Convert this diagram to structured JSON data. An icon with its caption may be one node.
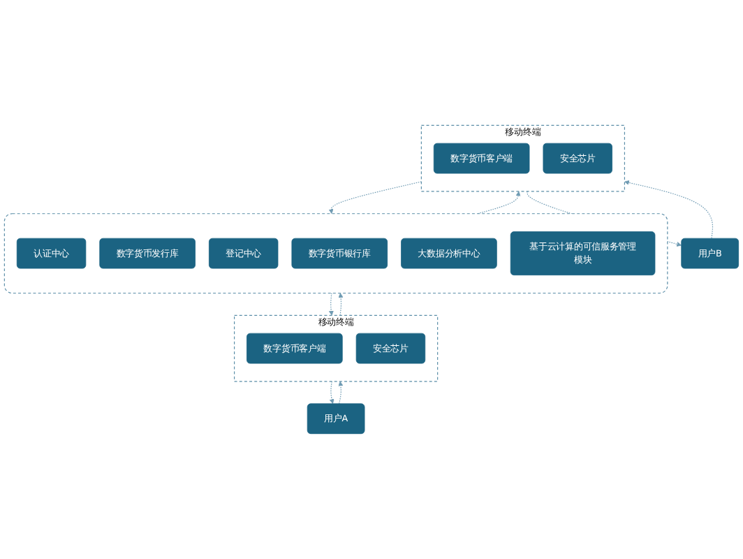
{
  "diagram": {
    "nodes": [
      {
        "text": [],
        "shape": "box"
      },
      {
        "text": [
          "认证中心"
        ],
        "in": 0
      },
      {
        "text": [
          "数字货币发行库"
        ],
        "in": 0
      },
      {
        "text": [
          "登记中心"
        ],
        "in": 0
      },
      {
        "text": [
          "数字货币银行库"
        ],
        "in": 0
      },
      {
        "text": [
          "大数据分析中心"
        ],
        "in": 0
      },
      {
        "text": [
          "基于云计算的可信服务管理模块"
        ],
        "in": 0
      },
      {
        "text": [
          "移动终端"
        ]
      },
      {
        "text": [
          "数字货币客户端"
        ],
        "in": 7
      },
      {
        "text": [
          "安全芯片"
        ],
        "in": 7
      },
      {
        "text": [
          "移动终端"
        ]
      },
      {
        "text": [
          "数字货币客户端"
        ],
        "in": 10
      },
      {
        "text": [
          "安全芯片"
        ],
        "in": 10
      },
      {
        "text": [
          "用户A"
        ]
      },
      {
        "text": [
          "用户B"
        ]
      }
    ],
    "edges": [
      {
        "from": 0,
        "to": 7,
        "arrow": "to",
        "style": "dashed"
      },
      {
        "from": 7,
        "to": 0,
        "arrow": "to",
        "style": "dashed"
      },
      {
        "from": 0,
        "to": 10,
        "arrow": "to",
        "style": "dashed"
      },
      {
        "from": 10,
        "to": 0,
        "arrow": "to",
        "style": "dashed"
      },
      {
        "from": 7,
        "to": 13,
        "arrow": "to",
        "style": "dashed"
      },
      {
        "from": 13,
        "to": 7,
        "arrow": "to",
        "style": "dashed"
      },
      {
        "from": 10,
        "to": 14,
        "arrow": "to",
        "style": "dashed"
      },
      {
        "from": 14,
        "to": 10,
        "arrow": "to",
        "style": "dashed"
      }
    ]
  }
}
